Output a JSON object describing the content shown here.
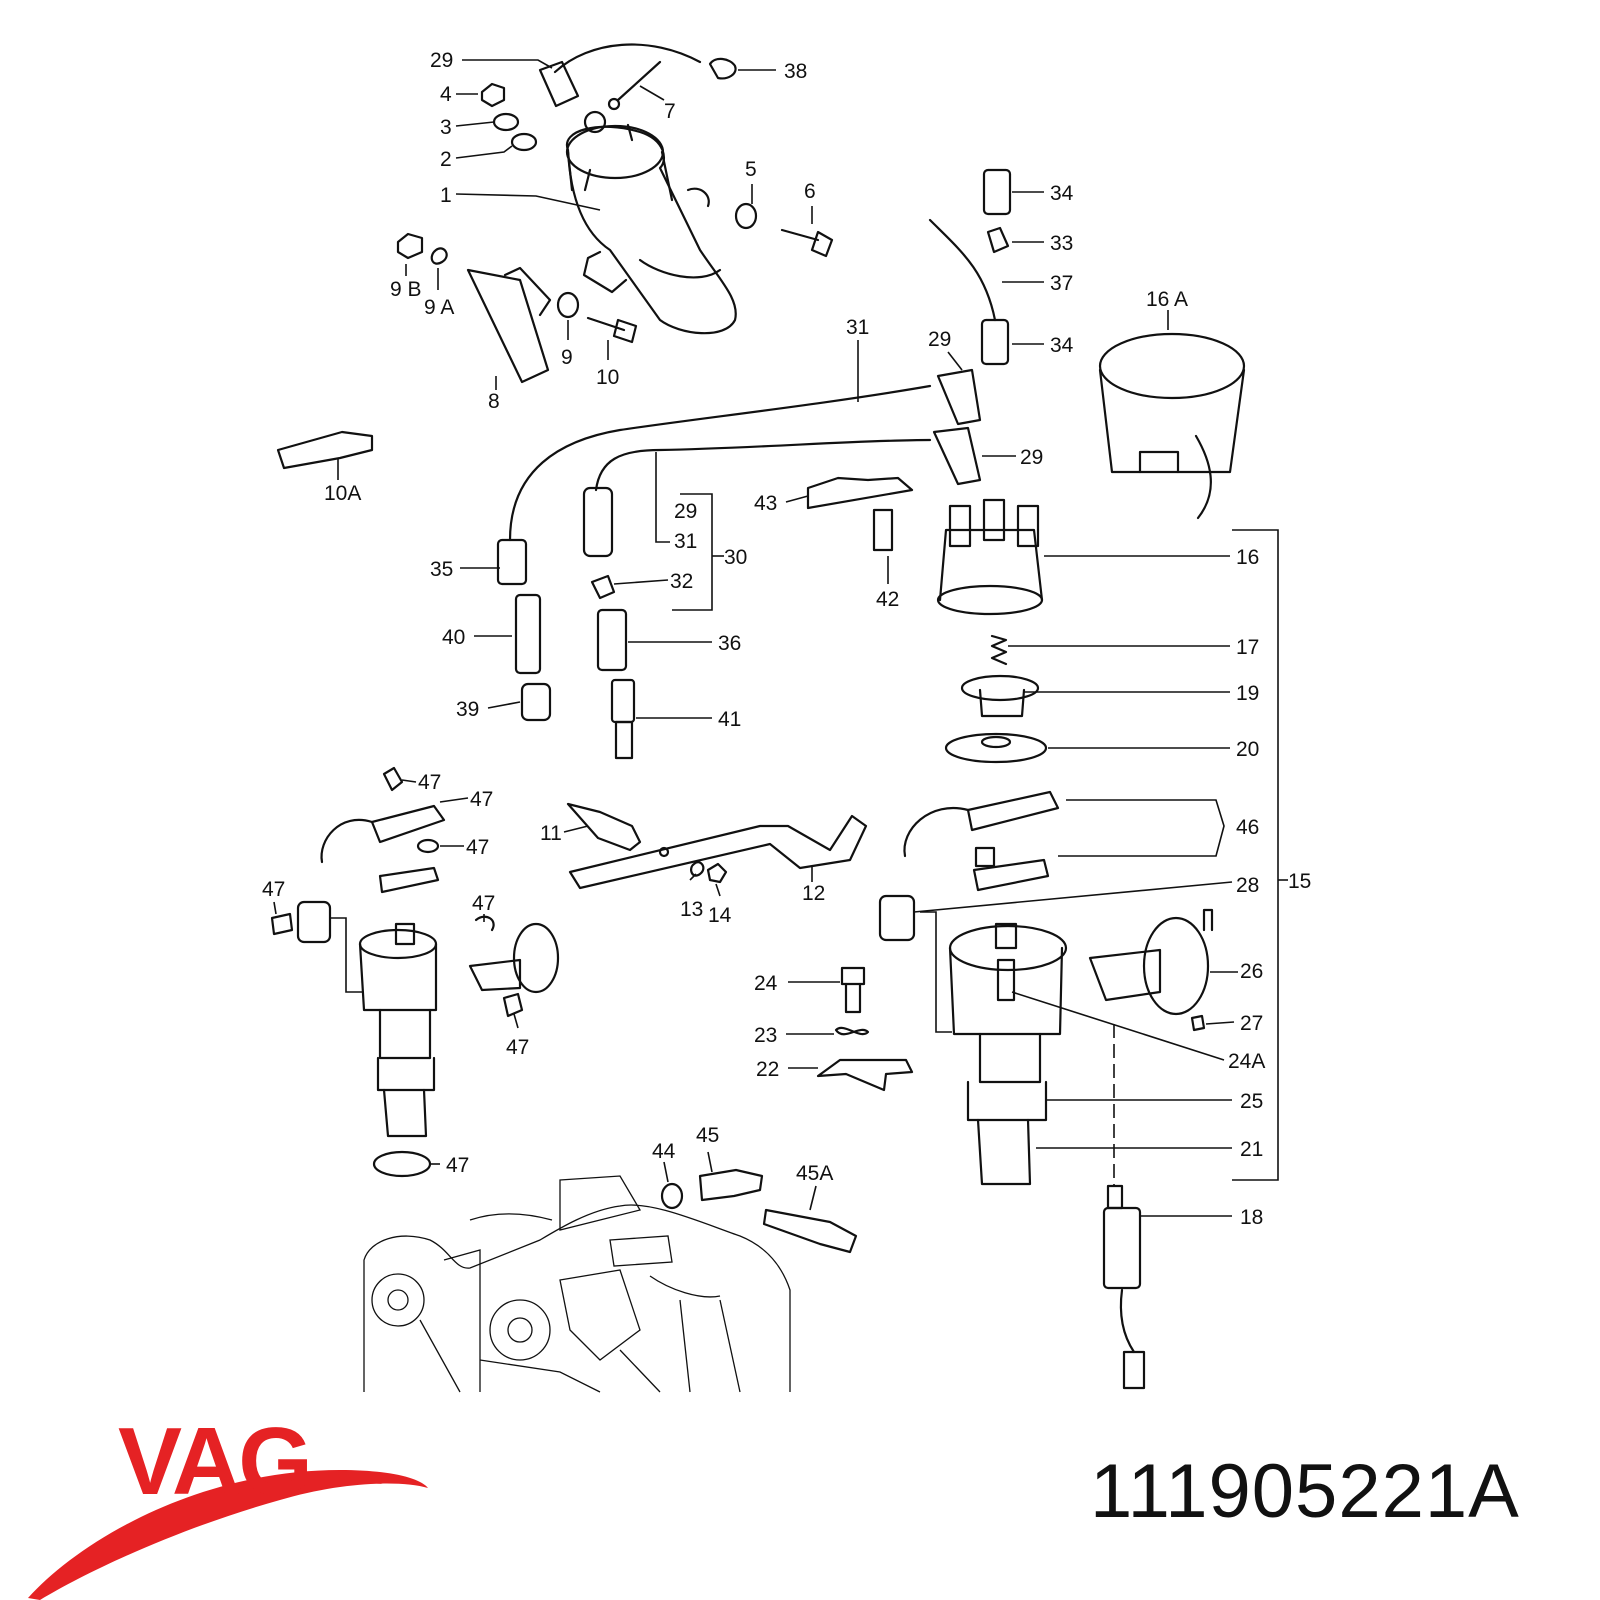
{
  "brand": "VAG",
  "part_number": "111905221A",
  "callouts": {
    "c29a": "29",
    "c38": "38",
    "c4": "4",
    "c7": "7",
    "c3": "3",
    "c2": "2",
    "c1": "1",
    "c5": "5",
    "c6": "6",
    "c34a": "34",
    "c33": "33",
    "c37": "37",
    "c34b": "34",
    "c9b": "9 B",
    "c9a": "9 A",
    "c9": "9",
    "c10": "10",
    "c8": "8",
    "c16a": "16 A",
    "c31a": "31",
    "c29b": "29",
    "c29c": "29",
    "c10a": "10A",
    "c29d": "29",
    "c31b": "31",
    "c30": "30",
    "c43": "43",
    "c35": "35",
    "c32": "32",
    "c16": "16",
    "c42": "42",
    "c40": "40",
    "c36": "36",
    "c17": "17",
    "c19": "19",
    "c39": "39",
    "c41": "41",
    "c20": "20",
    "c47a": "47",
    "c47b": "47",
    "c46": "46",
    "c11": "11",
    "c47c": "47",
    "c12": "12",
    "c47d": "47",
    "c13": "13",
    "c14": "14",
    "c28": "28",
    "c15": "15",
    "c47e": "47",
    "c26": "26",
    "c24": "24",
    "c27": "27",
    "c47f": "47",
    "c23": "23",
    "c24a": "24A",
    "c22": "22",
    "c25": "25",
    "c21": "21",
    "c44": "44",
    "c45": "45",
    "c47g": "47",
    "c45a": "45A",
    "c18": "18"
  }
}
